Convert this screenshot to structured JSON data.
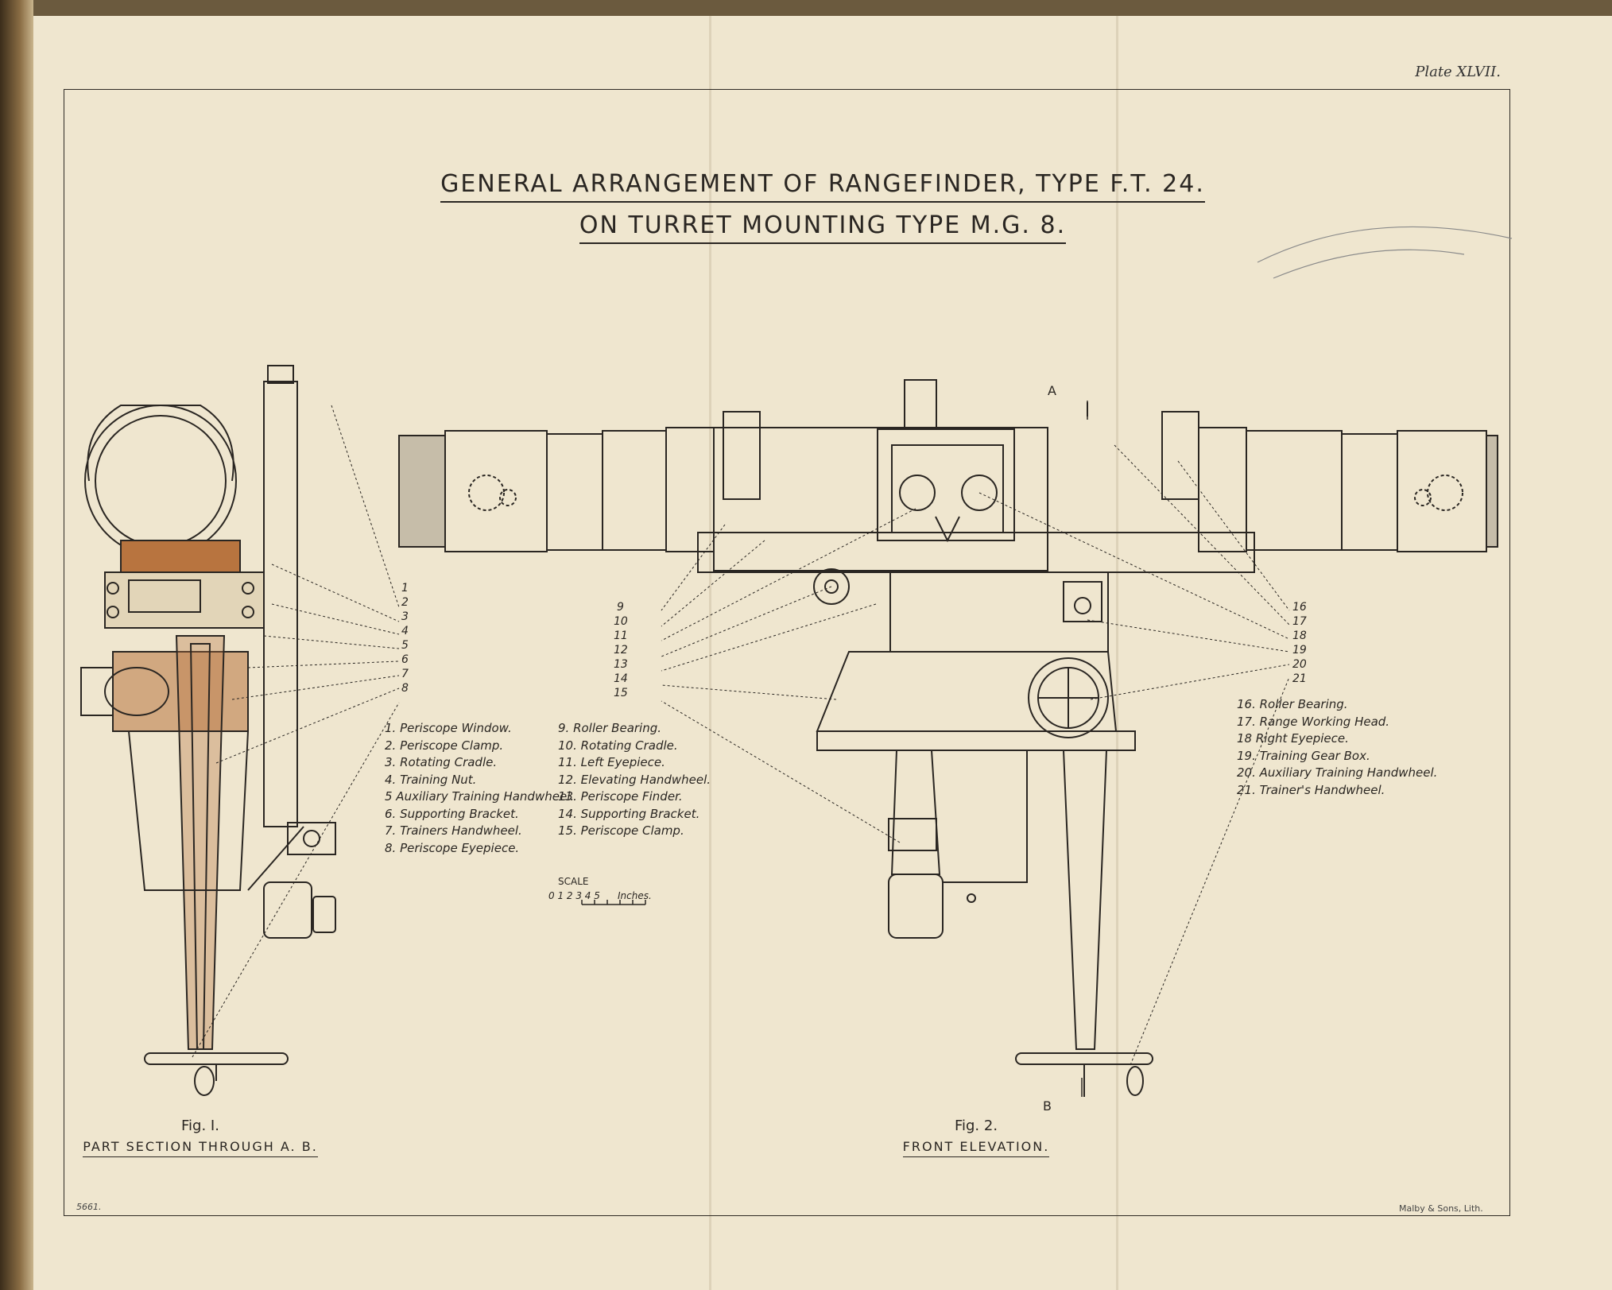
{
  "plate": "Plate XLVII.",
  "title_line1": "GENERAL ARRANGEMENT OF RANGEFINDER, TYPE F.T. 24.",
  "title_line2": "ON TURRET MOUNTING TYPE M.G. 8.",
  "legend_col1": [
    "1. Periscope Window.",
    "2. Periscope Clamp.",
    "3. Rotating Cradle.",
    "4. Training Nut.",
    "5 Auxiliary Training Handwheel.",
    "6. Supporting Bracket.",
    "7. Trainers Handwheel.",
    "8. Periscope Eyepiece."
  ],
  "legend_col2": [
    "9. Roller Bearing.",
    "10. Rotating Cradle.",
    "11. Left Eyepiece.",
    "12. Elevating Handwheel.",
    "13. Periscope Finder.",
    "14. Supporting Bracket.",
    "15. Periscope Clamp."
  ],
  "legend_col3": [
    "16. Roller Bearing.",
    "17. Range Working Head.",
    "18 Right Eyepiece.",
    "19. Training Gear Box.",
    "20. Auxiliary Training Handwheel.",
    "21. Trainer's Handwheel."
  ],
  "callouts_fig1": [
    "1",
    "2",
    "3",
    "4",
    "5",
    "6",
    "7",
    "8"
  ],
  "callouts_fig2_left": [
    "9",
    "10",
    "11",
    "12",
    "13",
    "14",
    "15"
  ],
  "callouts_fig2_right": [
    "16",
    "17",
    "18",
    "19",
    "20",
    "21"
  ],
  "scale": {
    "label": "SCALE",
    "ticks": "0 1 2 3 4 5",
    "unit": "Inches."
  },
  "fig1": {
    "number": "Fig. I.",
    "caption": "PART SECTION THROUGH A. B."
  },
  "fig2": {
    "number": "Fig. 2.",
    "caption": "FRONT ELEVATION."
  },
  "letter_a": "A",
  "letter_b": "B",
  "print_number": "5661.",
  "printer": "Malby & Sons, Lith.",
  "colors": {
    "paper": "#efe6cf",
    "ink": "#2a2622",
    "section_fill": "#b8743f"
  }
}
